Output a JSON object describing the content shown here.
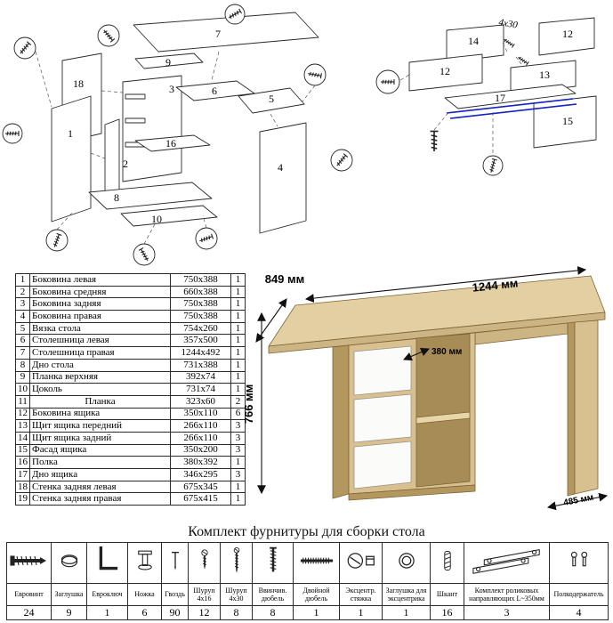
{
  "diagram_main": {
    "part_labels": [
      "18",
      "1",
      "7",
      "9",
      "3",
      "6",
      "5",
      "16",
      "2",
      "8",
      "10",
      "4"
    ]
  },
  "diagram_drawer": {
    "part_labels": [
      "14",
      "12",
      "12",
      "13",
      "17",
      "15"
    ],
    "screw_label": "4x30",
    "slide_color": "#1220c4"
  },
  "parts_table": {
    "rows": [
      {
        "n": "1",
        "name": "Боковина левая",
        "size": "750x388",
        "qty": "1"
      },
      {
        "n": "2",
        "name": "Боковина средняя",
        "size": "660x388",
        "qty": "1"
      },
      {
        "n": "3",
        "name": "Боковина задняя",
        "size": "750x388",
        "qty": "1"
      },
      {
        "n": "4",
        "name": "Боковина правая",
        "size": "750x388",
        "qty": "1"
      },
      {
        "n": "5",
        "name": "Вязка стола",
        "size": "754x260",
        "qty": "1"
      },
      {
        "n": "6",
        "name": "Столешница левая",
        "size": "357x500",
        "qty": "1"
      },
      {
        "n": "7",
        "name": "Столешница правая",
        "size": "1244x492",
        "qty": "1"
      },
      {
        "n": "8",
        "name": "Дно стола",
        "size": "731x388",
        "qty": "1"
      },
      {
        "n": "9",
        "name": "Планка верхняя",
        "size": "392x74",
        "qty": "1"
      },
      {
        "n": "10",
        "name": "Цоколь",
        "size": "731x74",
        "qty": "1"
      },
      {
        "n": "11",
        "name": "Планка",
        "size": "323x60",
        "qty": "2"
      },
      {
        "n": "12",
        "name": "Боковина ящика",
        "size": "350x110",
        "qty": "6"
      },
      {
        "n": "13",
        "name": "Щит ящика передний",
        "size": "266x110",
        "qty": "3"
      },
      {
        "n": "14",
        "name": "Щит ящика задний",
        "size": "266x110",
        "qty": "3"
      },
      {
        "n": "15",
        "name": "Фасад ящика",
        "size": "350x200",
        "qty": "3"
      },
      {
        "n": "16",
        "name": "Полка",
        "size": "380x392",
        "qty": "1"
      },
      {
        "n": "17",
        "name": "Дно ящика",
        "size": "346x295",
        "qty": "3"
      },
      {
        "n": "18",
        "name": "Стенка задняя левая",
        "size": "675x345",
        "qty": "1"
      },
      {
        "n": "19",
        "name": "Стенка задняя правая",
        "size": "675x415",
        "qty": "1"
      }
    ]
  },
  "desk": {
    "dim_depth_left": "849 мм",
    "dim_width": "1244 мм",
    "dim_height": "766 мм",
    "dim_shelf": "380 мм",
    "dim_depth_right": "485 мм",
    "wood_color": "#d8c090",
    "drawer_color": "#fbfbfa"
  },
  "hardware": {
    "title": "Комплект фурнитуры для сборки стола",
    "items": [
      {
        "name": "Евровинт",
        "qty": "24",
        "icon": "confirmat-icon"
      },
      {
        "name": "Заглушка",
        "qty": "9",
        "icon": "cap-icon"
      },
      {
        "name": "Евроключ",
        "qty": "1",
        "icon": "hex-key-icon"
      },
      {
        "name": "Ножка",
        "qty": "6",
        "icon": "leg-icon"
      },
      {
        "name": "Гвоздь",
        "qty": "90",
        "icon": "nail-icon"
      },
      {
        "name": "Шуруп 4x16",
        "qty": "12",
        "icon": "screw-4x16-icon"
      },
      {
        "name": "Шуруп 4x30",
        "qty": "8",
        "icon": "screw-4x30-icon"
      },
      {
        "name": "Ввинчив. дюбель",
        "qty": "8",
        "icon": "dowel-screw-icon"
      },
      {
        "name": "Двойной дюбель",
        "qty": "1",
        "icon": "double-dowel-icon"
      },
      {
        "name": "Эксцентр. стяжка",
        "qty": "1",
        "icon": "cam-lock-icon"
      },
      {
        "name": "Заглушка для эксцентрика",
        "qty": "1",
        "icon": "cam-cap-icon"
      },
      {
        "name": "Шкант",
        "qty": "16",
        "icon": "wood-dowel-icon"
      },
      {
        "name": "Комплект роликовых направляющих L~350мм",
        "qty": "3",
        "icon": "drawer-slides-icon"
      },
      {
        "name": "Полкодержатель",
        "qty": "4",
        "icon": "shelf-pin-icon"
      }
    ]
  }
}
